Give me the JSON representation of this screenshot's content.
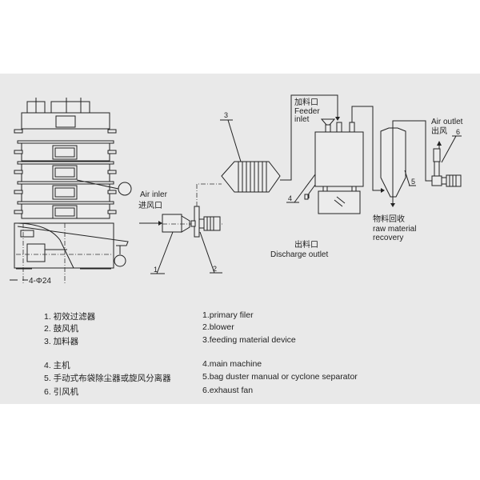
{
  "diagram": {
    "labels": {
      "air_inlet_en": "Air inler",
      "air_inlet_cn": "进风口",
      "feeder_inlet_cn": "加料口",
      "feeder_inlet_en_1": "Feeder",
      "feeder_inlet_en_2": "inlet",
      "air_outlet_en": "Air outlet",
      "air_outlet_cn": "出风",
      "discharge_cn": "出料口",
      "discharge_en": "Discharge outlet",
      "recovery_cn": "物料回收",
      "recovery_en_1": "raw material",
      "recovery_en_2": "recovery",
      "dimension": "4-Φ24"
    },
    "callouts": [
      "1",
      "2",
      "3",
      "4",
      "5",
      "6"
    ]
  },
  "legend": {
    "cn": [
      "1.  初效过滤器",
      "2.  鼓风机",
      "3.  加料器",
      "4.  主机",
      "5.  手动式布袋除尘器或旋风分离器",
      "6.  引风机"
    ],
    "en": [
      "1.primary filer",
      "2.blower",
      "3.feeding material device",
      "4.main machine",
      "5.bag duster manual or cyclone separator",
      "6.exhaust fan"
    ]
  }
}
